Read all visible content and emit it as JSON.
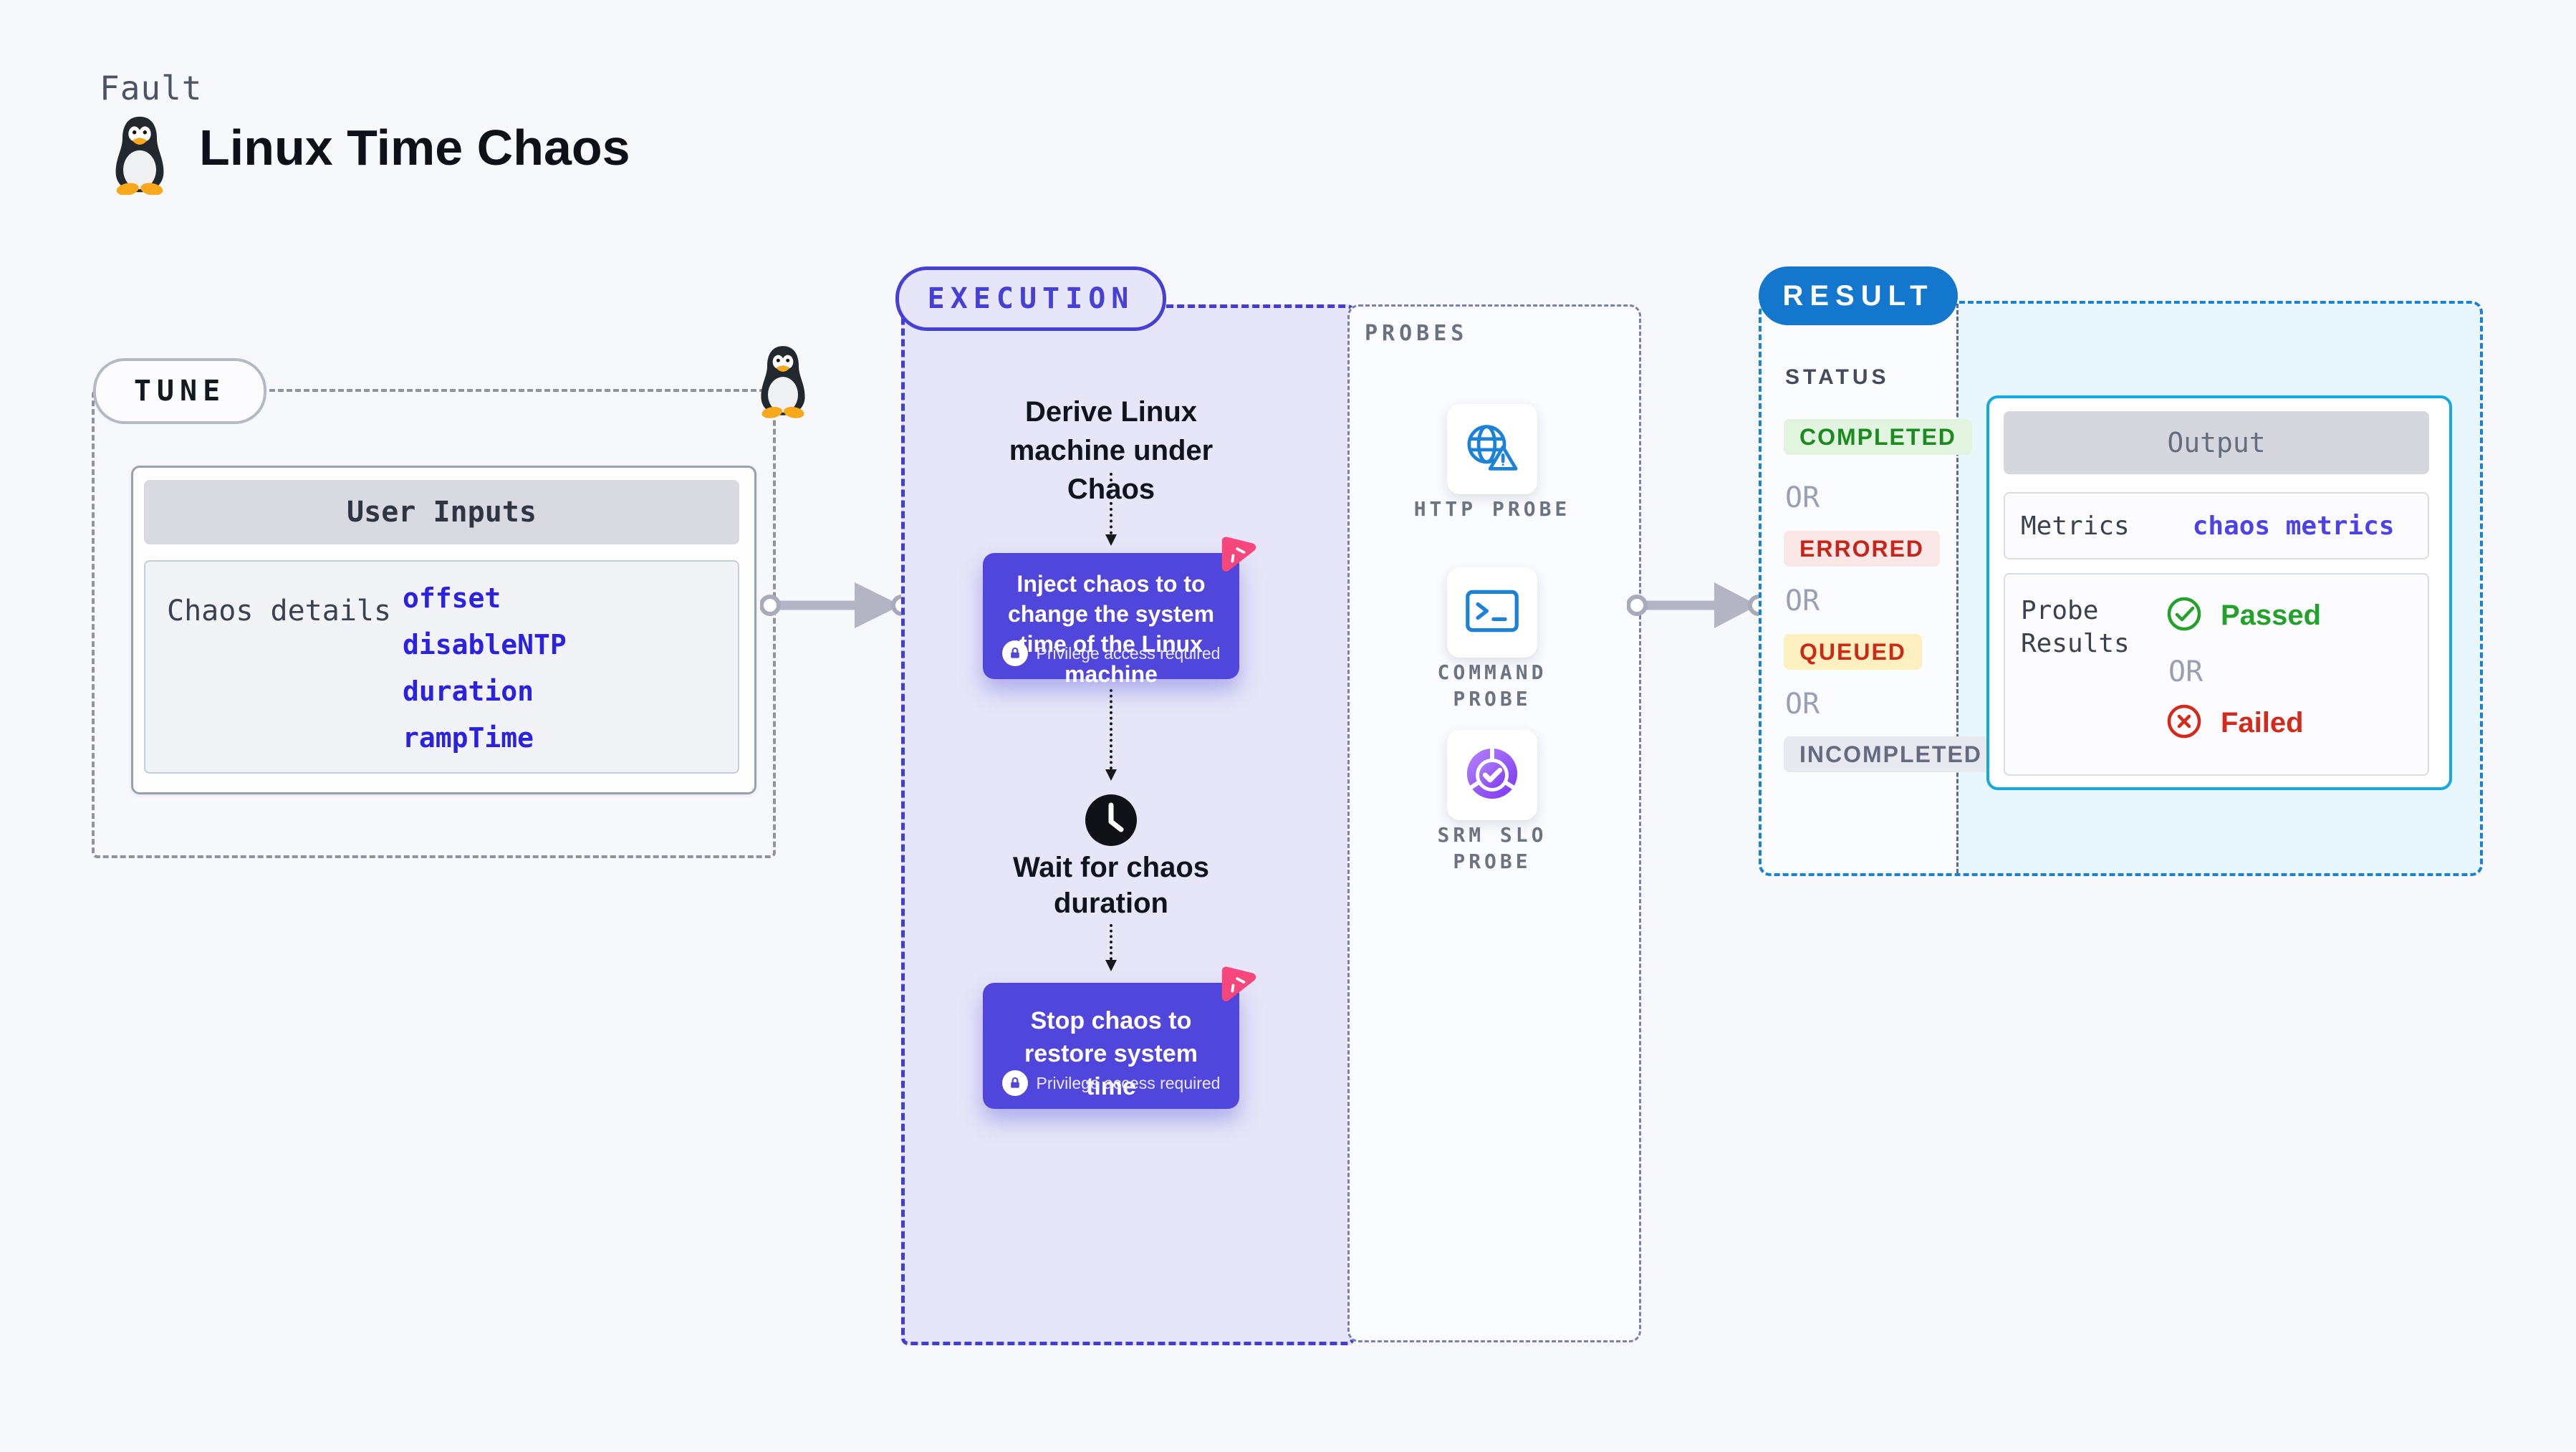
{
  "header": {
    "kicker": "Fault",
    "title": "Linux Time Chaos"
  },
  "tune": {
    "badge": "TUNE",
    "card_header": "User Inputs",
    "row_label": "Chaos details",
    "inputs": [
      {
        "label": "offset"
      },
      {
        "label": "disableNTP"
      },
      {
        "label": "duration"
      },
      {
        "label": "rampTime"
      }
    ]
  },
  "execution": {
    "badge": "EXECUTION",
    "step1": "Derive Linux machine under Chaos",
    "inject_text": "Inject chaos to to change the system time of the Linux machine",
    "privilege_note": "Privilege access required",
    "wait_text": "Wait for chaos duration",
    "stop_text": "Stop chaos to restore system time"
  },
  "probes": {
    "title": "PROBES",
    "items": [
      {
        "label": "HTTP PROBE",
        "icon": "globe-alert-icon"
      },
      {
        "label": "COMMAND PROBE",
        "icon": "terminal-icon"
      },
      {
        "label": "SRM SLO PROBE",
        "icon": "slo-donut-icon"
      }
    ]
  },
  "result": {
    "badge": "RESULT",
    "status_label": "STATUS",
    "or_label": "OR",
    "statuses": [
      {
        "label": "COMPLETED",
        "bg": "#e2f3e0",
        "color": "#1b8b21"
      },
      {
        "label": "ERRORED",
        "bg": "#fae8e8",
        "color": "#c7241a"
      },
      {
        "label": "QUEUED",
        "bg": "#fcf0c0",
        "color": "#cb2b16"
      },
      {
        "label": "INCOMPLETED",
        "bg": "#e8e8ef",
        "color": "#646b80"
      }
    ],
    "output": {
      "header": "Output",
      "metrics_label": "Metrics",
      "metrics_link": "chaos metrics",
      "probe_label": "Probe Results",
      "passed": "Passed",
      "failed": "Failed"
    }
  },
  "colors": {
    "accent_indigo": "#4740d6",
    "node_purple": "#5146db",
    "result_blue": "#1377cd",
    "cyan_border": "#14a9e0",
    "link_blue": "#2b21e0",
    "pink": "#f5477e",
    "green": "#23a22b",
    "red": "#d42a1c"
  }
}
